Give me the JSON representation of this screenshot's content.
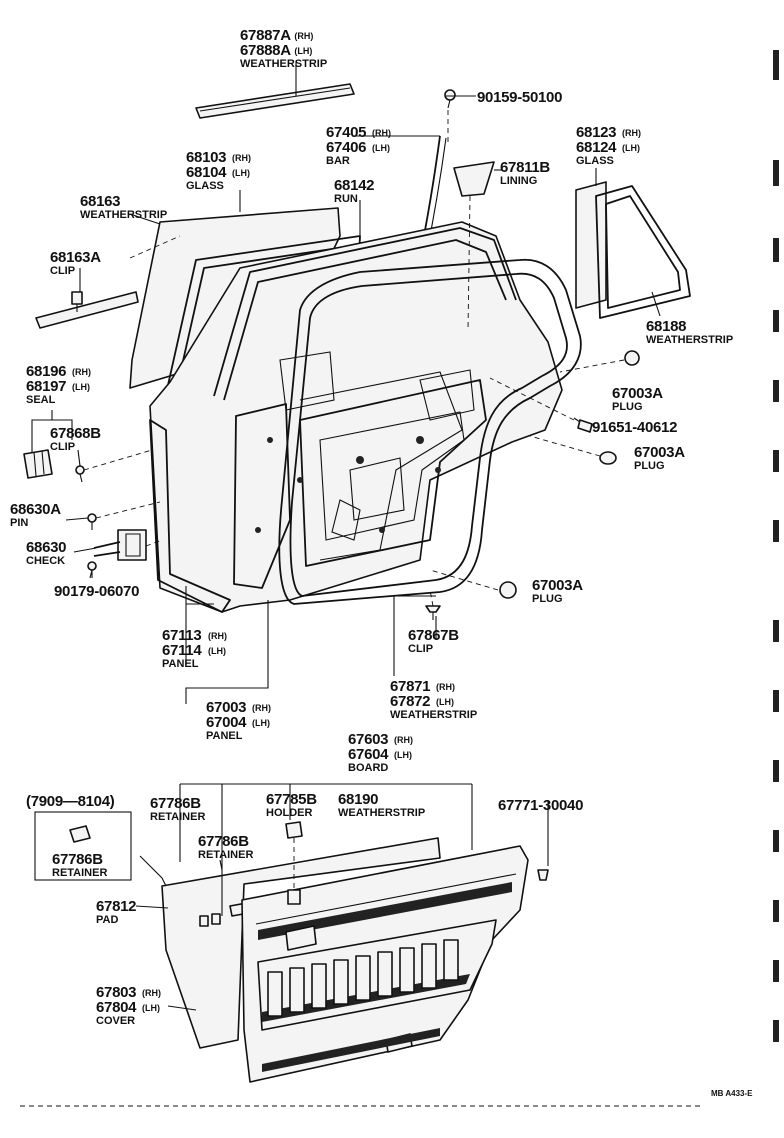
{
  "callouts": [
    {
      "key": "c1",
      "parts": [
        {
          "pn": "67887A",
          "side": "(RH)"
        },
        {
          "pn": "67888A",
          "side": "(LH)"
        }
      ],
      "name": "WEATHERSTRIP"
    },
    {
      "key": "c2",
      "parts": [
        {
          "pn": "90159-50100",
          "side": ""
        }
      ],
      "name": ""
    },
    {
      "key": "c3",
      "parts": [
        {
          "pn": "67405",
          "side": "(RH)"
        },
        {
          "pn": "67406",
          "side": "(LH)"
        }
      ],
      "name": "BAR"
    },
    {
      "key": "c4",
      "parts": [
        {
          "pn": "68123",
          "side": "(RH)"
        },
        {
          "pn": "68124",
          "side": "(LH)"
        }
      ],
      "name": "GLASS"
    },
    {
      "key": "c5",
      "parts": [
        {
          "pn": "68103",
          "side": "(RH)"
        },
        {
          "pn": "68104",
          "side": "(LH)"
        }
      ],
      "name": "GLASS"
    },
    {
      "key": "c6",
      "parts": [
        {
          "pn": "67811B",
          "side": ""
        }
      ],
      "name": "LINING"
    },
    {
      "key": "c7",
      "parts": [
        {
          "pn": "68142",
          "side": ""
        }
      ],
      "name": "RUN"
    },
    {
      "key": "c8",
      "parts": [
        {
          "pn": "68163",
          "side": ""
        }
      ],
      "name": "WEATHERSTRIP"
    },
    {
      "key": "c9",
      "parts": [
        {
          "pn": "68163A",
          "side": ""
        }
      ],
      "name": "CLIP"
    },
    {
      "key": "c10",
      "parts": [
        {
          "pn": "68188",
          "side": ""
        }
      ],
      "name": "WEATHERSTRIP"
    },
    {
      "key": "c11",
      "parts": [
        {
          "pn": "68196",
          "side": "(RH)"
        },
        {
          "pn": "68197",
          "side": "(LH)"
        }
      ],
      "name": "SEAL"
    },
    {
      "key": "c12",
      "parts": [
        {
          "pn": "67003A",
          "side": ""
        }
      ],
      "name": "PLUG"
    },
    {
      "key": "c13",
      "parts": [
        {
          "pn": "67868B",
          "side": ""
        }
      ],
      "name": "CLIP"
    },
    {
      "key": "c14",
      "parts": [
        {
          "pn": "91651-40612",
          "side": ""
        }
      ],
      "name": ""
    },
    {
      "key": "c15",
      "parts": [
        {
          "pn": "67003A",
          "side": ""
        }
      ],
      "name": "PLUG"
    },
    {
      "key": "c16",
      "parts": [
        {
          "pn": "68630A",
          "side": ""
        }
      ],
      "name": "PIN"
    },
    {
      "key": "c17",
      "parts": [
        {
          "pn": "68630",
          "side": ""
        }
      ],
      "name": "CHECK"
    },
    {
      "key": "c18",
      "parts": [
        {
          "pn": "90179-06070",
          "side": ""
        }
      ],
      "name": ""
    },
    {
      "key": "c19",
      "parts": [
        {
          "pn": "67003A",
          "side": ""
        }
      ],
      "name": "PLUG"
    },
    {
      "key": "c20",
      "parts": [
        {
          "pn": "67867B",
          "side": ""
        }
      ],
      "name": "CLIP"
    },
    {
      "key": "c21",
      "parts": [
        {
          "pn": "67113",
          "side": "(RH)"
        },
        {
          "pn": "67114",
          "side": "(LH)"
        }
      ],
      "name": "PANEL"
    },
    {
      "key": "c22",
      "parts": [
        {
          "pn": "67871",
          "side": "(RH)"
        },
        {
          "pn": "67872",
          "side": "(LH)"
        }
      ],
      "name": "WEATHERSTRIP"
    },
    {
      "key": "c23",
      "parts": [
        {
          "pn": "67003",
          "side": "(RH)"
        },
        {
          "pn": "67004",
          "side": "(LH)"
        }
      ],
      "name": "PANEL"
    },
    {
      "key": "c24",
      "parts": [
        {
          "pn": "67603",
          "side": "(RH)"
        },
        {
          "pn": "67604",
          "side": "(LH)"
        }
      ],
      "name": "BOARD"
    },
    {
      "key": "c25",
      "parts": [
        {
          "pn": "(7909—8104)",
          "side": ""
        }
      ],
      "name": ""
    },
    {
      "key": "c26",
      "parts": [
        {
          "pn": "67786B",
          "side": ""
        }
      ],
      "name": "RETAINER"
    },
    {
      "key": "c27",
      "parts": [
        {
          "pn": "67785B",
          "side": ""
        }
      ],
      "name": "HOLDER"
    },
    {
      "key": "c28",
      "parts": [
        {
          "pn": "68190",
          "side": ""
        }
      ],
      "name": "WEATHERSTRIP"
    },
    {
      "key": "c29",
      "parts": [
        {
          "pn": "67771-30040",
          "side": ""
        }
      ],
      "name": ""
    },
    {
      "key": "c30",
      "parts": [
        {
          "pn": "67786B",
          "side": ""
        }
      ],
      "name": "RETAINER"
    },
    {
      "key": "c31",
      "parts": [
        {
          "pn": "67786B",
          "side": ""
        }
      ],
      "name": "RETAINER"
    },
    {
      "key": "c32",
      "parts": [
        {
          "pn": "67812",
          "side": ""
        }
      ],
      "name": "PAD"
    },
    {
      "key": "c33",
      "parts": [
        {
          "pn": "67803",
          "side": "(RH)"
        },
        {
          "pn": "67804",
          "side": "(LH)"
        }
      ],
      "name": "COVER"
    }
  ],
  "footer": {
    "code": "MB  A433-E"
  }
}
